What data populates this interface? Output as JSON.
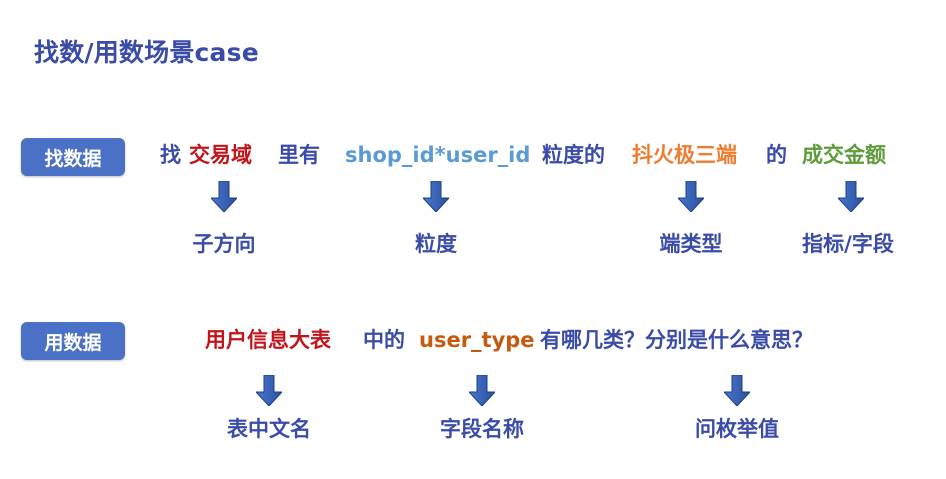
{
  "title": "找数/用数场景case",
  "colors": {
    "navy": "#3a4ca8",
    "red": "#c0161b",
    "light_blue": "#5b9bd5",
    "orange": "#ed7d31",
    "green": "#5e9b3a",
    "brown": "#c55a11",
    "badge_bg": "#4a71c5"
  },
  "row1": {
    "badge": "找数据",
    "sentence": {
      "p1": "找",
      "p2": "交易域",
      "p3": "里有",
      "p4": "shop_id*user_id",
      "p5": "粒度的",
      "p6": "抖火极三端",
      "p7": "的",
      "p8": "成交金额"
    },
    "labels": [
      "子方向",
      "粒度",
      "端类型",
      "指标/字段"
    ]
  },
  "row2": {
    "badge": "用数据",
    "sentence": {
      "p1": "用户信息大表",
      "p2": "中的",
      "p3": "user_type",
      "p4": "有哪几类？分别是什么意思？"
    },
    "labels": [
      "表中文名",
      "字段名称",
      "问枚举值"
    ]
  }
}
